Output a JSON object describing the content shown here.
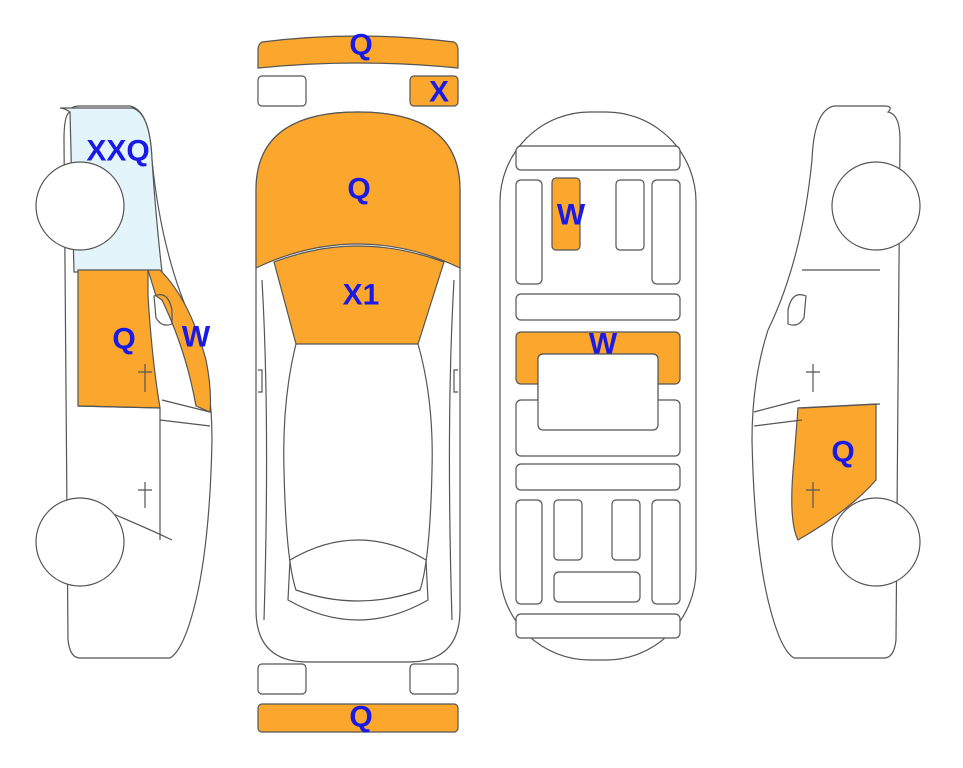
{
  "colors": {
    "damage_fill": "#FBA72D",
    "glass_fill": "#E3F5FB",
    "code_text": "#1A1AE6",
    "outline": "#555555"
  },
  "codes": {
    "front_bumper": "Q",
    "front_right_part": "X",
    "hood": "Q",
    "windshield": "X1",
    "rear_bumper": "Q",
    "left_front_window": "XXQ",
    "left_front_door": "Q",
    "left_a_pillar": "W",
    "floor_front": "W",
    "floor_middle": "W",
    "right_rear_door": "Q"
  }
}
